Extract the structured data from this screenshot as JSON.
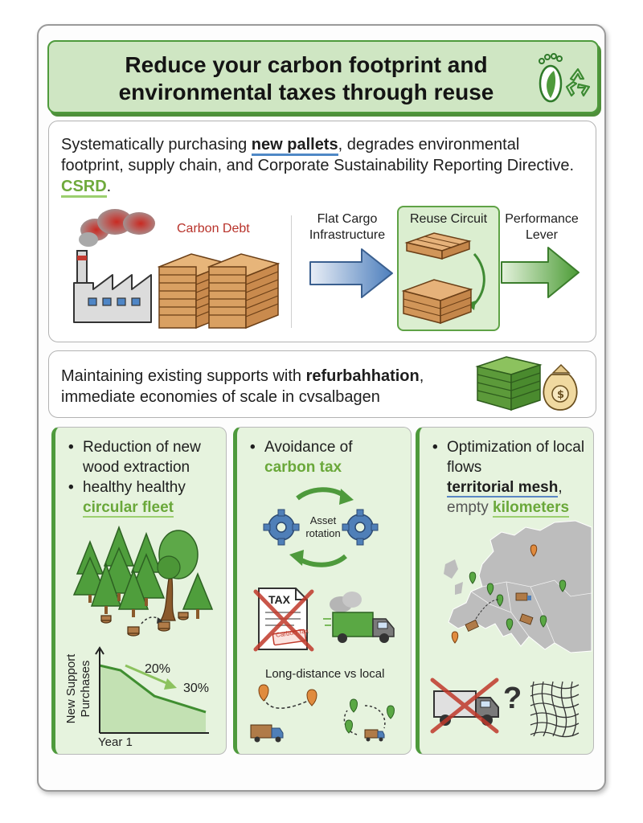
{
  "header": {
    "title_line1": "Reduce your carbon footprint and",
    "title_line2": "environmental taxes through reuse",
    "icons": [
      "footprint-leaf-icon",
      "recycle-icon"
    ]
  },
  "intro": {
    "part1": "Systematically purchasing ",
    "highlight1": "new pallets",
    "part2": ", degrades environmental footprint, supply chain, and Corporate Sustainability Reporting Directive. ",
    "highlight2": "CSRD",
    "part3": "."
  },
  "flow": {
    "carbon_debt": "Carbon Debt",
    "flat_cargo": "Flat Cargo Infrastructure",
    "reuse_circuit": "Reuse Circuit",
    "performance_lever": "Performance Lever"
  },
  "refurb": {
    "part1": "Maintaining existing supports with ",
    "bold": "refurbahhation",
    "part2": ",",
    "line2": "immediate economies of scale in cvsalbagen"
  },
  "col1": {
    "bullet1": "Reduction of new wood extraction",
    "bullet2_plain": "healthy healthy",
    "bullet2_green": "circular fleet",
    "chart": {
      "ylabel_line1": "New Support",
      "ylabel_line2": "Purchases",
      "xlabel": "Year 1",
      "label_a": "20%",
      "label_b": "30%"
    }
  },
  "col2": {
    "bullet_plain": "Avoidance of",
    "bullet_green": "carbon tax",
    "asset_rotation_line1": "Asset",
    "asset_rotation_line2": "rotation",
    "tax_label": "TAX",
    "stamp_label": "Carbon Tax",
    "distance_label": "Long-distance vs local"
  },
  "col3": {
    "bullet_plain": "Optimization of local flows",
    "bullet_bold": "territorial mesh",
    "bullet_comma": ",",
    "bullet_grey": "empty ",
    "bullet_green": "kilometers",
    "question": "?"
  },
  "colors": {
    "accent_green": "#4e9a3c",
    "light_green": "#cfe6c3",
    "smoke_red": "#c23a30",
    "arrow_blue": "#5a86bd"
  }
}
